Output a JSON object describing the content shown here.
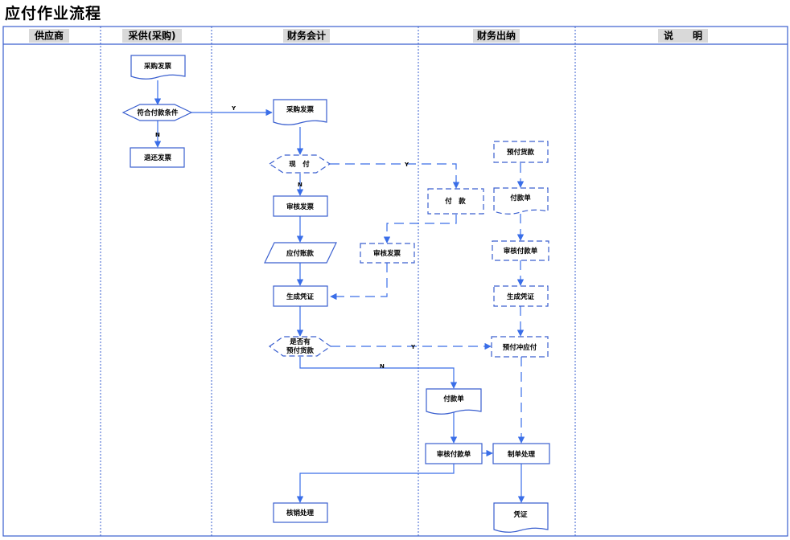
{
  "title": "应付作业流程",
  "lanes": {
    "supplier": "供应商",
    "purchasing": "采供(采购)",
    "accounting": "财务会计",
    "cashier": "财务出纳",
    "notes": "说　　明"
  },
  "nodes": {
    "purchase_invoice_1": "采购发票",
    "payment_condition": "符合付款条件",
    "return_invoice": "退还发票",
    "purchase_invoice_2": "采购发票",
    "cash_payment": "现　付",
    "audit_invoice_1": "审核发票",
    "ap_account": "应付账款",
    "generate_voucher_1": "生成凭证",
    "has_prepayment_line1": "是否有",
    "has_prepayment_line2": "预付货款",
    "payment": "付　款",
    "audit_invoice_2": "审核发票",
    "prepayment": "预付货款",
    "payment_slip_1": "付款单",
    "audit_payment_slip_1": "审核付款单",
    "generate_voucher_2": "生成凭证",
    "prepay_offset": "预付冲应付",
    "payment_slip_2": "付款单",
    "audit_payment_slip_2": "审核付款单",
    "make_slip": "制单处理",
    "writeoff": "核销处理",
    "voucher": "凭证"
  },
  "edge_labels": {
    "condition_yes": "Y",
    "condition_no": "N",
    "cash_yes": "Y",
    "cash_no": "N",
    "prepay_yes": "Y",
    "prepay_no": "N"
  },
  "colors": {
    "border": "#3a5fcf",
    "arrow": "#3a6ee8",
    "header_bg": "#d9d9d9"
  }
}
